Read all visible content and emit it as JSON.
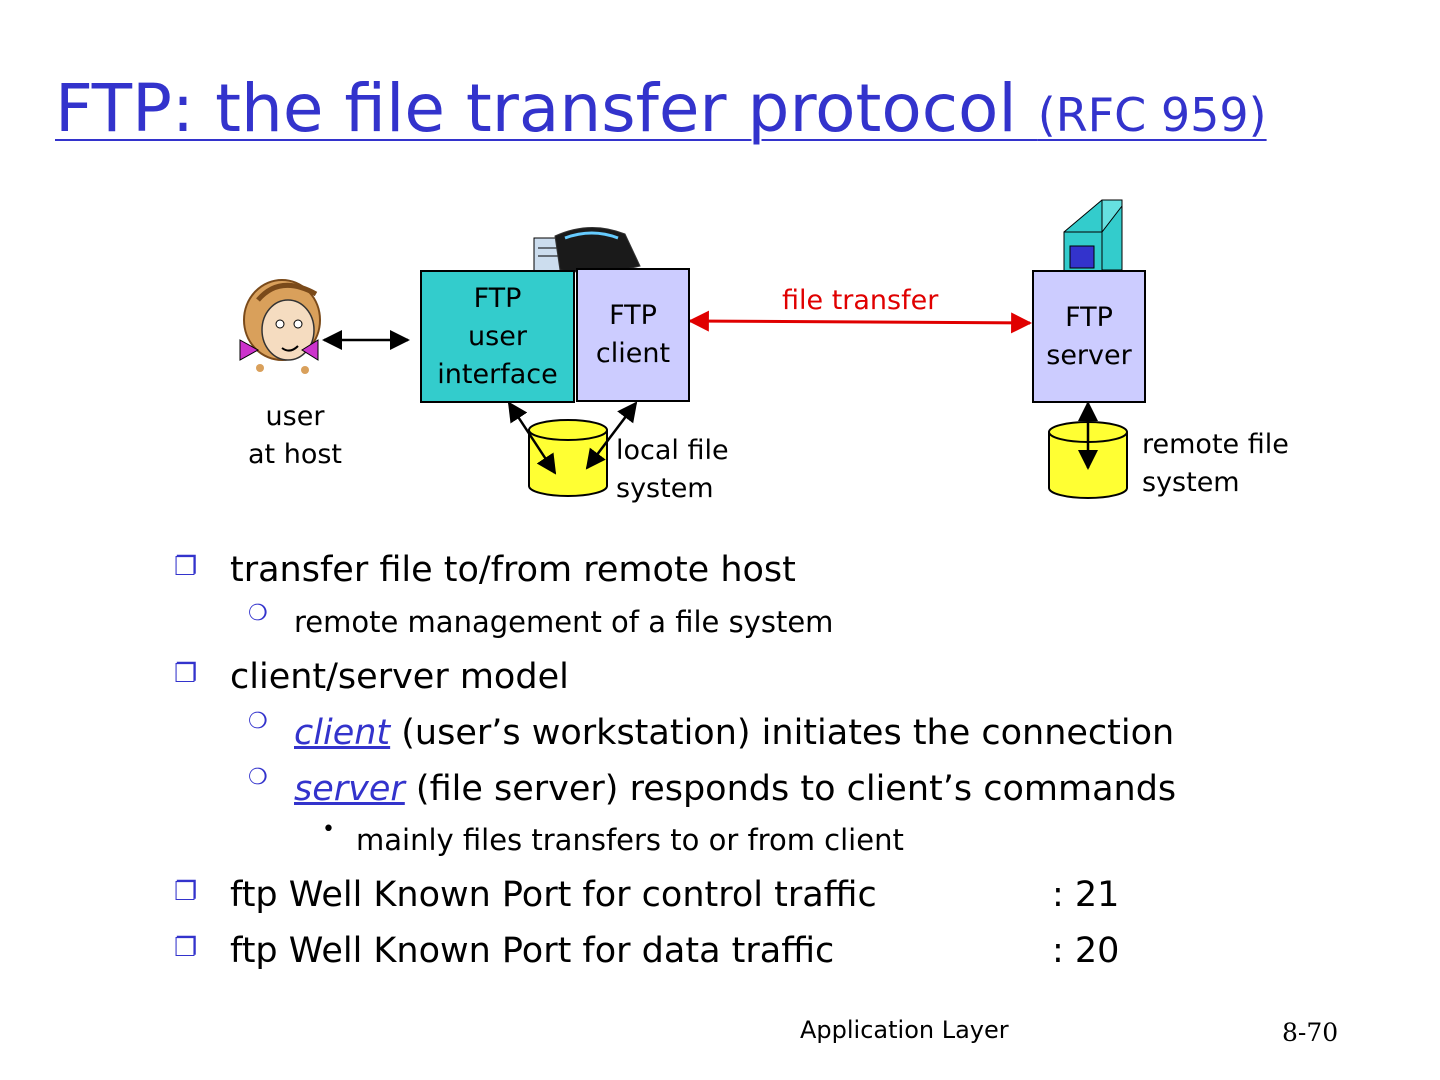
{
  "slide": {
    "title": "FTP: the file transfer protocol ",
    "title_suffix": "(RFC 959)"
  },
  "diagram": {
    "user_label": "user\nat host",
    "ftp_user_interface": "FTP\nuser\ninterface",
    "ftp_client": "FTP\nclient",
    "file_transfer": "file transfer",
    "ftp_server": "FTP\nserver",
    "local_fs": "local file\nsystem",
    "remote_fs": "remote file\nsystem",
    "colors": {
      "teal": "#33cccc",
      "lavender": "#ccccff",
      "disk": "#ffff33",
      "arrow_red": "#e00000",
      "accent": "#3333cc"
    }
  },
  "bullets": {
    "b1": "transfer file to/from remote host",
    "b1a": "remote management of a file system",
    "b2": "client/server model",
    "b2a_link": "client",
    "b2a_rest": " (user’s workstation) initiates the connection",
    "b2b_link": "server",
    "b2b_rest": " (file server) responds to client’s commands",
    "b2b_i": "mainly files transfers to or from client",
    "b3": "ftp Well Known Port for control traffic",
    "b3_port": ": 21",
    "b4": "ftp Well Known Port for data traffic",
    "b4_port": ": 20"
  },
  "footer": {
    "center": "Application Layer",
    "page": "8-70"
  }
}
